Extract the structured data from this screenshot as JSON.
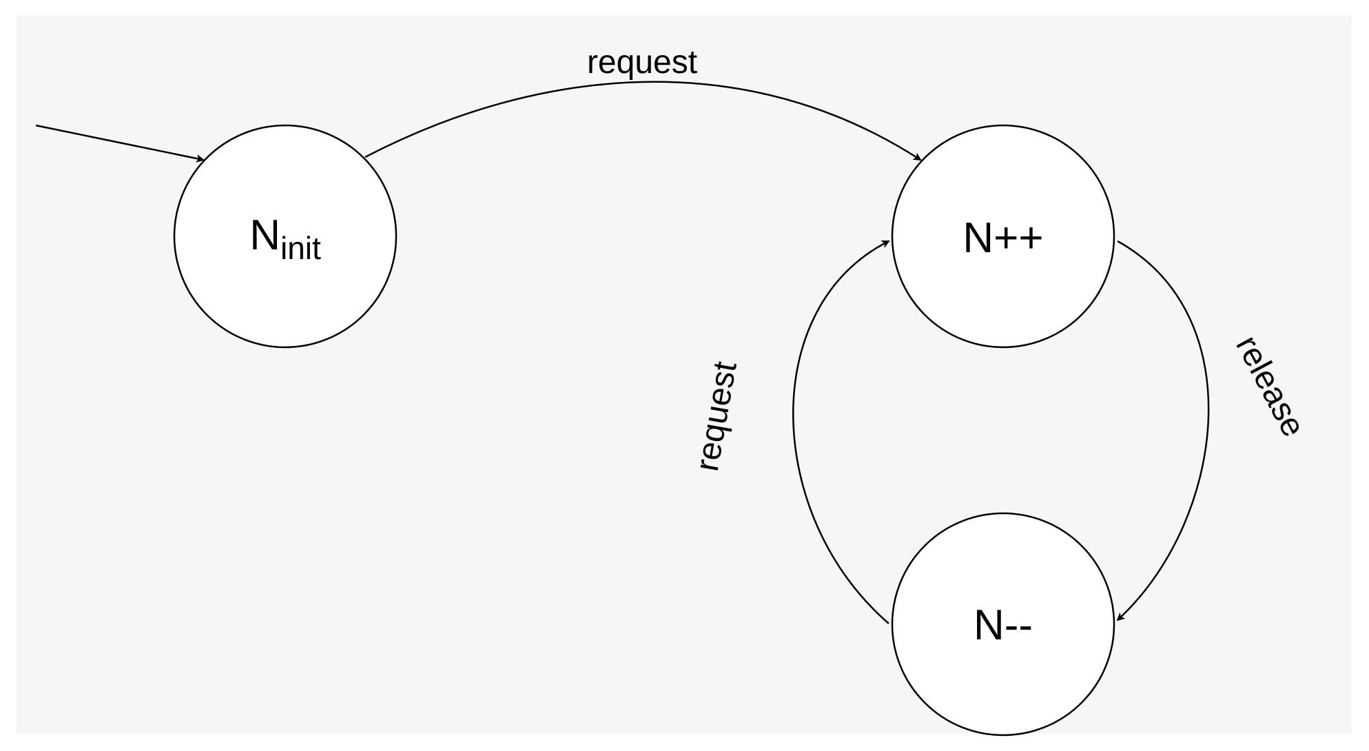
{
  "diagram": {
    "background_color": "#f6f6f6",
    "states": {
      "init": {
        "main": "N",
        "sub": "init"
      },
      "inc": {
        "label": "N++"
      },
      "dec": {
        "label": "N--"
      }
    },
    "transitions": {
      "init_to_inc": {
        "label": "request"
      },
      "dec_to_inc": {
        "label": "request"
      },
      "inc_to_dec": {
        "label": "release"
      }
    }
  }
}
